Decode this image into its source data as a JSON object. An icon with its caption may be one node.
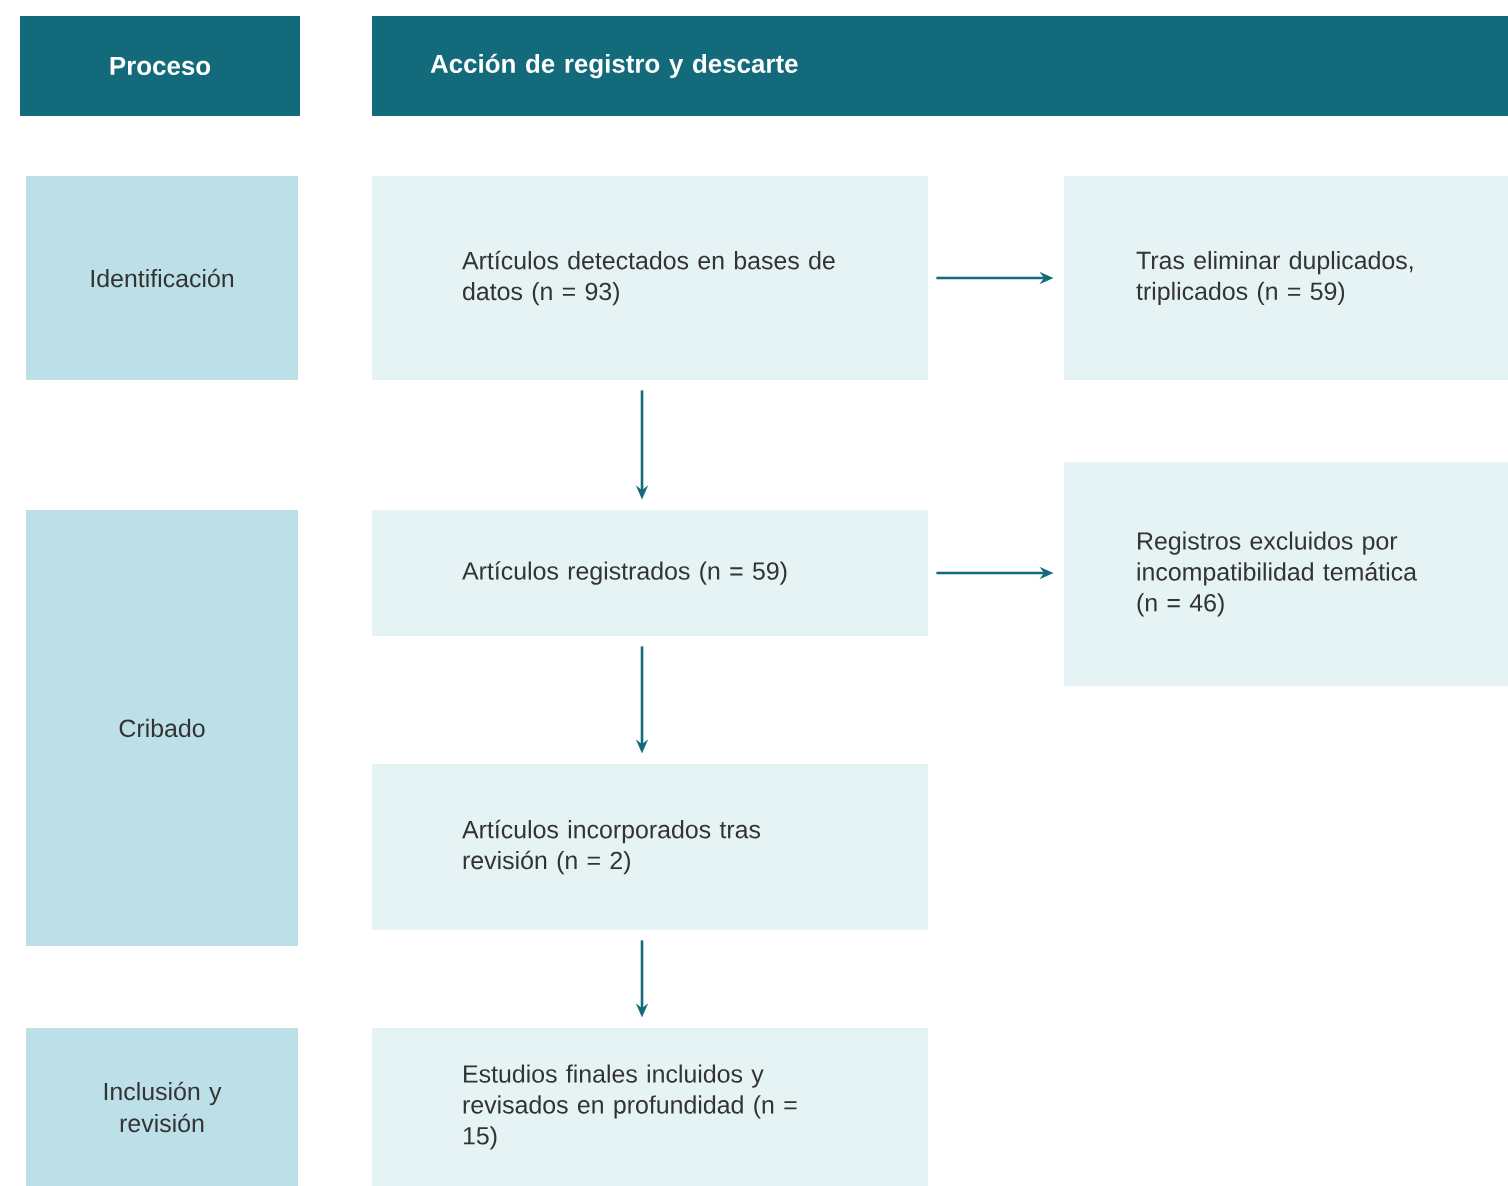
{
  "diagram": {
    "nodes": [
      {
        "text": [
          "Proceso"
        ]
      },
      {
        "text": [
          "Acción de registro y descarte"
        ]
      },
      {
        "text": [
          "Identificación"
        ]
      },
      {
        "text": [
          "Artículos detectados en bases de datos (n = 93)"
        ]
      },
      {
        "text": [
          "Tras eliminar duplicados, triplicados (n = 59)"
        ]
      },
      {
        "text": [
          "Cribado"
        ]
      },
      {
        "text": [
          "Artículos registrados (n = 59)"
        ]
      },
      {
        "text": [
          "Registros excluidos por incompatibilidad temática (n = 46)"
        ]
      },
      {
        "text": [
          "Artículos incorporados tras revisión (n = 2)"
        ]
      },
      {
        "text": [
          "Inclusión y revisión"
        ]
      },
      {
        "text": [
          "Estudios finales incluidos y revisados en profundidad (n = 15)"
        ]
      }
    ],
    "edges": [
      {
        "from": 3,
        "to": 4,
        "arrow": "to"
      },
      {
        "from": 3,
        "to": 6,
        "arrow": "to"
      },
      {
        "from": 6,
        "to": 7,
        "arrow": "to"
      },
      {
        "from": 6,
        "to": 8,
        "arrow": "to"
      },
      {
        "from": 8,
        "to": 10,
        "arrow": "to"
      }
    ]
  }
}
